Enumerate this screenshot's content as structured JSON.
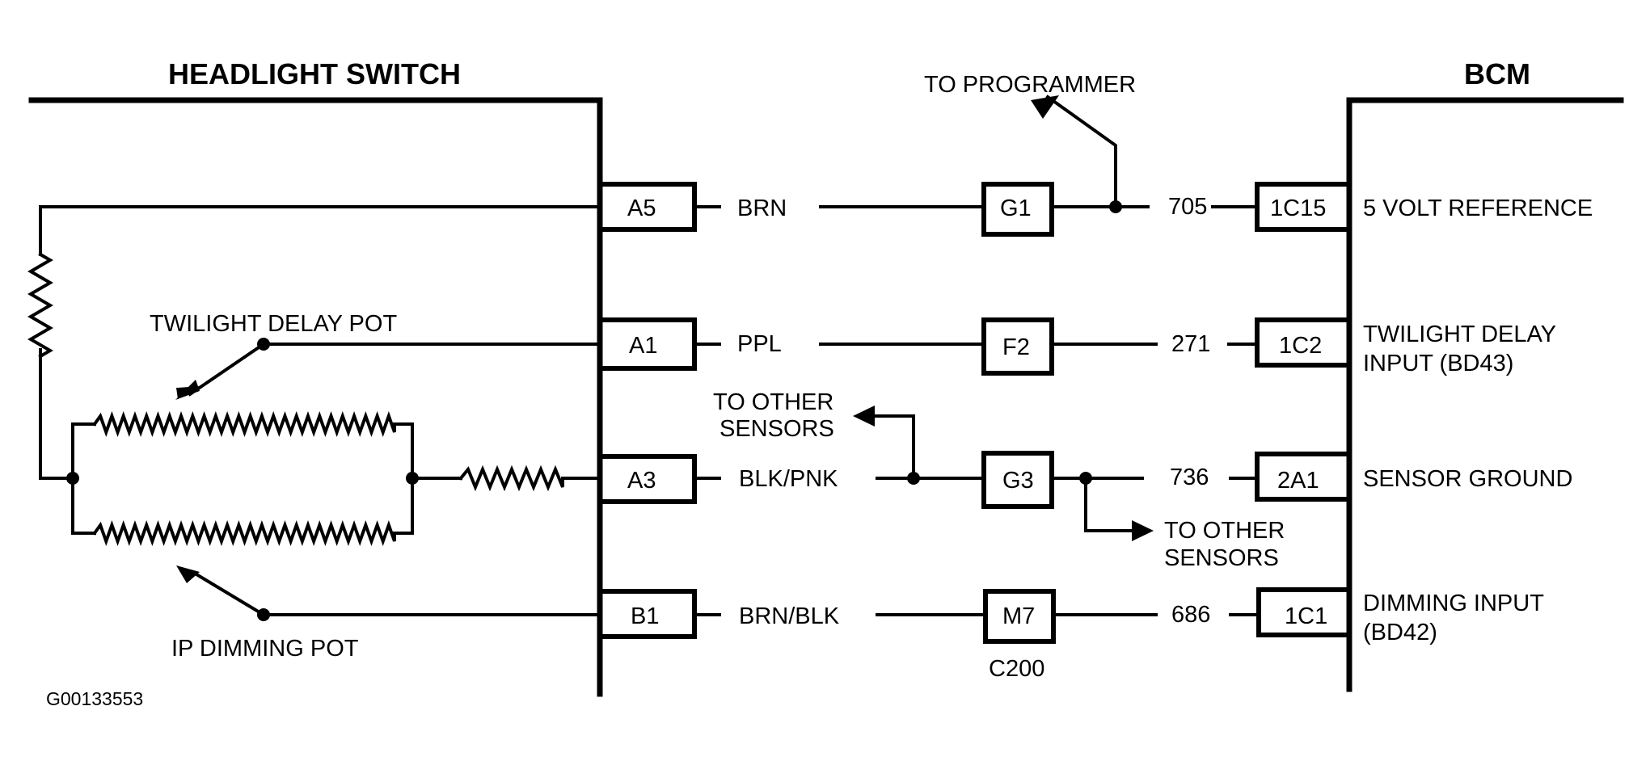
{
  "diagram": {
    "left_component": "HEADLIGHT SWITCH",
    "right_component": "BCM",
    "figure_id": "G00133553",
    "pots": {
      "twilight_delay": "TWILIGHT DELAY POT",
      "ip_dimming": "IP DIMMING POT"
    },
    "branches": {
      "to_programmer": "TO PROGRAMMER",
      "to_other_sensors_1_line1": "TO OTHER",
      "to_other_sensors_1_line2": "SENSORS",
      "to_other_sensors_2_line1": "TO OTHER",
      "to_other_sensors_2_line2": "SENSORS"
    },
    "connector_name": "C200",
    "circuits": [
      {
        "switch_pin": "A5",
        "wire_color": "BRN",
        "inline_pin": "G1",
        "circuit_no": "705",
        "bcm_pin": "1C15",
        "function_line1": "5 VOLT REFERENCE",
        "function_line2": ""
      },
      {
        "switch_pin": "A1",
        "wire_color": "PPL",
        "inline_pin": "F2",
        "circuit_no": "271",
        "bcm_pin": "1C2",
        "function_line1": "TWILIGHT DELAY",
        "function_line2": "INPUT (BD43)"
      },
      {
        "switch_pin": "A3",
        "wire_color": "BLK/PNK",
        "inline_pin": "G3",
        "circuit_no": "736",
        "bcm_pin": "2A1",
        "function_line1": "SENSOR GROUND",
        "function_line2": ""
      },
      {
        "switch_pin": "B1",
        "wire_color": "BRN/BLK",
        "inline_pin": "M7",
        "circuit_no": "686",
        "bcm_pin": "1C1",
        "function_line1": "DIMMING INPUT",
        "function_line2": "(BD42)"
      }
    ]
  }
}
